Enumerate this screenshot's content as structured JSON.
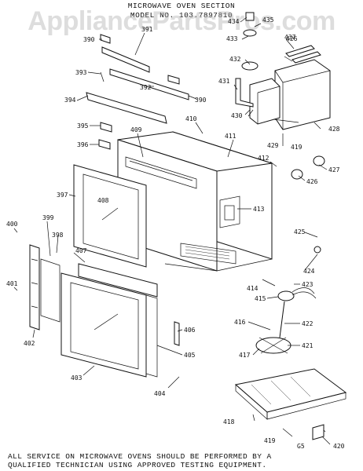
{
  "header": {
    "title": "MICROWAVE OVEN SECTION",
    "model_label": "MODEL NO.",
    "model_number": "103.7897810"
  },
  "watermark": {
    "text": "AppliancePartsPros.com"
  },
  "footer": {
    "line1": "ALL SERVICE ON MICROWAVE OVENS SHOULD BE PERFORMED BY A",
    "line2": "QUALIFIED TECHNICIAN USING APPROVED TESTING EQUIPMENT."
  },
  "callouts": [
    "390",
    "391",
    "390",
    "392",
    "393",
    "394",
    "395",
    "396",
    "397",
    "398",
    "399",
    "400",
    "401",
    "402",
    "403",
    "404",
    "405",
    "406",
    "407",
    "408",
    "409",
    "410",
    "411",
    "412",
    "413",
    "414",
    "415",
    "416",
    "417",
    "418",
    "419",
    "419",
    "420",
    "421",
    "422",
    "423",
    "424",
    "425",
    "426",
    "426",
    "427",
    "428",
    "429",
    "430",
    "431",
    "432",
    "433",
    "434",
    "435",
    "437",
    "G5"
  ]
}
